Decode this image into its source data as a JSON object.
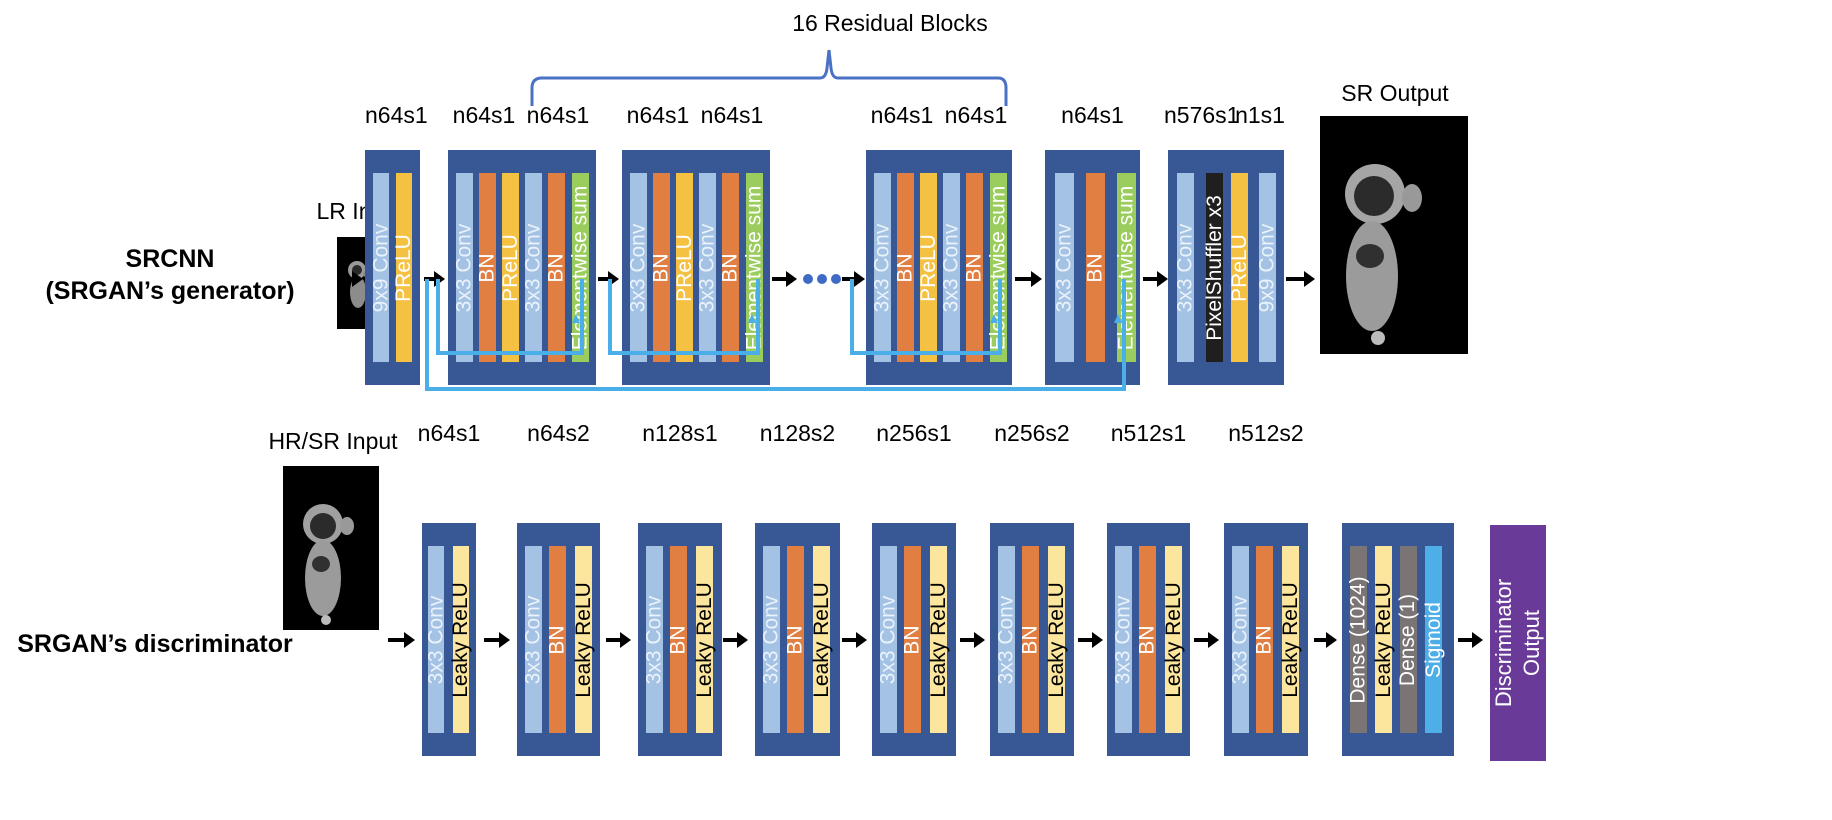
{
  "title": "16 Residual Blocks",
  "colors": {
    "block_bg": "#385795",
    "conv": "#a4c2e3",
    "bn": "#e17f42",
    "prelu": "#f5c142",
    "leaky_relu": "#fce69e",
    "elementwise_sum": "#9bcc5e",
    "pixelshuffler": "#1f1f1f",
    "dense": "#7a7574",
    "sigmoid": "#4daee8",
    "skip_connection": "#4aaee8",
    "bracket": "#4a72c4",
    "discriminator_output": "#6a3a98"
  },
  "generator": {
    "row_label_line1": "SRCNN",
    "row_label_line2": "(SRGAN’s generator)",
    "input_label": "LR Input",
    "output_label": "SR Output",
    "ellipsis": "•••",
    "blocks": [
      {
        "captions": [
          "n64s1"
        ],
        "layers": [
          {
            "label": "9x9 Conv",
            "type": "conv"
          },
          {
            "label": "PReLU",
            "type": "prelu"
          }
        ]
      },
      {
        "captions": [
          "n64s1",
          "n64s1"
        ],
        "layers": [
          {
            "label": "3x3 Conv",
            "type": "conv"
          },
          {
            "label": "BN",
            "type": "bn"
          },
          {
            "label": "PReLU",
            "type": "prelu"
          },
          {
            "label": "3x3 Conv",
            "type": "conv"
          },
          {
            "label": "BN",
            "type": "bn"
          },
          {
            "label": "Elementwise sum",
            "type": "sum"
          }
        ]
      },
      {
        "captions": [
          "n64s1",
          "n64s1"
        ],
        "layers": [
          {
            "label": "3x3 Conv",
            "type": "conv"
          },
          {
            "label": "BN",
            "type": "bn"
          },
          {
            "label": "PReLU",
            "type": "prelu"
          },
          {
            "label": "3x3 Conv",
            "type": "conv"
          },
          {
            "label": "BN",
            "type": "bn"
          },
          {
            "label": "Elementwise sum",
            "type": "sum"
          }
        ]
      },
      {
        "captions": [
          "n64s1",
          "n64s1"
        ],
        "layers": [
          {
            "label": "3x3 Conv",
            "type": "conv"
          },
          {
            "label": "BN",
            "type": "bn"
          },
          {
            "label": "PReLU",
            "type": "prelu"
          },
          {
            "label": "3x3 Conv",
            "type": "conv"
          },
          {
            "label": "BN",
            "type": "bn"
          },
          {
            "label": "Elementwise sum",
            "type": "sum"
          }
        ]
      },
      {
        "captions": [
          "n64s1"
        ],
        "layers": [
          {
            "label": "3x3 Conv",
            "type": "conv"
          },
          {
            "label": "BN",
            "type": "bn"
          },
          {
            "label": "Elementwise sum",
            "type": "sum"
          }
        ]
      },
      {
        "captions": [
          "n576s1",
          "n1s1"
        ],
        "layers": [
          {
            "label": "3x3 Conv",
            "type": "conv"
          },
          {
            "label": "PixelShuffler x3",
            "type": "ps"
          },
          {
            "label": "PReLU",
            "type": "prelu"
          },
          {
            "label": "9x9 Conv",
            "type": "conv"
          }
        ]
      }
    ]
  },
  "discriminator": {
    "row_label": "SRGAN’s discriminator",
    "input_label": "HR/SR Input",
    "output_label_line1": "Discriminator",
    "output_label_line2": "Output",
    "blocks": [
      {
        "caption": "n64s1",
        "layers": [
          {
            "label": "3x3 Conv",
            "type": "conv"
          },
          {
            "label": "Leaky ReLU",
            "type": "leaky"
          }
        ]
      },
      {
        "caption": "n64s2",
        "layers": [
          {
            "label": "3x3 Conv",
            "type": "conv"
          },
          {
            "label": "BN",
            "type": "bn"
          },
          {
            "label": "Leaky ReLU",
            "type": "leaky"
          }
        ]
      },
      {
        "caption": "n128s1",
        "layers": [
          {
            "label": "3x3 Conv",
            "type": "conv"
          },
          {
            "label": "BN",
            "type": "bn"
          },
          {
            "label": "Leaky ReLU",
            "type": "leaky"
          }
        ]
      },
      {
        "caption": "n128s2",
        "layers": [
          {
            "label": "3x3 Conv",
            "type": "conv"
          },
          {
            "label": "BN",
            "type": "bn"
          },
          {
            "label": "Leaky ReLU",
            "type": "leaky"
          }
        ]
      },
      {
        "caption": "n256s1",
        "layers": [
          {
            "label": "3x3 Conv",
            "type": "conv"
          },
          {
            "label": "BN",
            "type": "bn"
          },
          {
            "label": "Leaky ReLU",
            "type": "leaky"
          }
        ]
      },
      {
        "caption": "n256s2",
        "layers": [
          {
            "label": "3x3 Conv",
            "type": "conv"
          },
          {
            "label": "BN",
            "type": "bn"
          },
          {
            "label": "Leaky ReLU",
            "type": "leaky"
          }
        ]
      },
      {
        "caption": "n512s1",
        "layers": [
          {
            "label": "3x3 Conv",
            "type": "conv"
          },
          {
            "label": "BN",
            "type": "bn"
          },
          {
            "label": "Leaky ReLU",
            "type": "leaky"
          }
        ]
      },
      {
        "caption": "n512s2",
        "layers": [
          {
            "label": "3x3 Conv",
            "type": "conv"
          },
          {
            "label": "BN",
            "type": "bn"
          },
          {
            "label": "Leaky ReLU",
            "type": "leaky"
          }
        ]
      },
      {
        "caption": "",
        "layers": [
          {
            "label": "Dense (1024)",
            "type": "dense"
          },
          {
            "label": "Leaky ReLU",
            "type": "leaky"
          },
          {
            "label": "Dense (1)",
            "type": "dense"
          },
          {
            "label": "Sigmoid",
            "type": "sig"
          }
        ]
      }
    ]
  }
}
